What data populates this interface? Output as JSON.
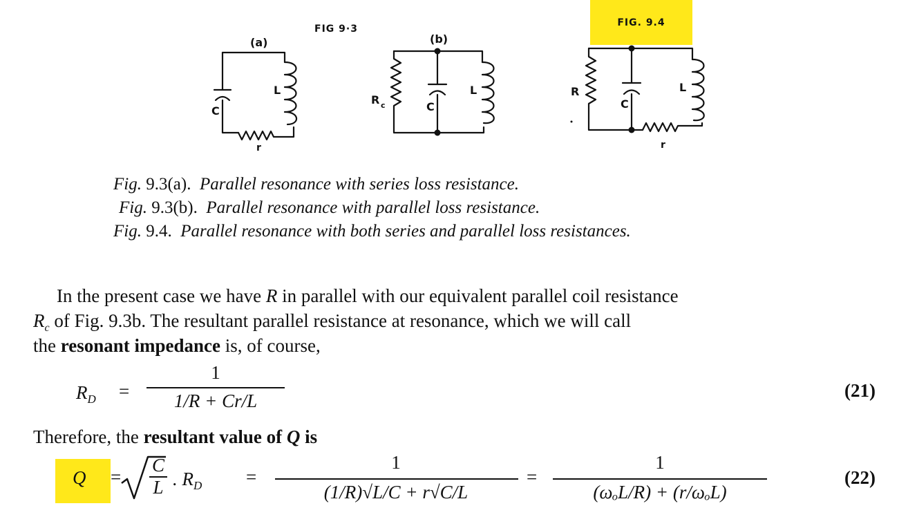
{
  "figure": {
    "fig93_label": "FIG 9·3",
    "fig94_label": "FIG. 9.4",
    "highlight_color": "#ffe81a",
    "circuit_a": {
      "panel_label": "(a)",
      "capacitor": "C",
      "inductor": "L",
      "resistor": "r"
    },
    "circuit_b": {
      "panel_label": "(b)",
      "resistor": "R",
      "resistor_sub": "c",
      "capacitor": "C",
      "inductor": "L"
    },
    "circuit_c": {
      "resistor": "R",
      "capacitor": "C",
      "inductor": "L",
      "series_resistor": "r"
    }
  },
  "captions": [
    {
      "ref": "Fig.",
      "num": "9.3(a).",
      "text": "Parallel resonance with series loss resistance."
    },
    {
      "ref": "Fig.",
      "num": "9.3(b).",
      "text": "Parallel resonance with parallel loss resistance."
    },
    {
      "ref": "Fig.",
      "num": "9.4.",
      "text": "Parallel resonance with both series and parallel loss resistances."
    }
  ],
  "paragraph": {
    "line1_a": "In the present case we have ",
    "line1_R": "R",
    "line1_b": " in parallel with our equivalent parallel coil resistance",
    "line2_R": "R",
    "line2_sub": "c",
    "line2_b": " of Fig. 9.3b.  The resultant parallel resistance at resonance, which we will call",
    "line3_a": "the ",
    "line3_bold": "resonant impedance",
    "line3_b": " is, of course,"
  },
  "eq21": {
    "lhs": "R",
    "lhs_sub": "D",
    "equals": "=",
    "numerator": "1",
    "denominator": "1/R + Cr/L",
    "number": "(21)"
  },
  "therefore": {
    "a": "Therefore, the ",
    "bold": "resultant value of ",
    "Q": "Q",
    "is": " is"
  },
  "eq22": {
    "Q": "Q",
    "equals": "=",
    "sqrt_num": "C",
    "sqrt_den": "L",
    "dot": ". R",
    "dot_sub": "D",
    "equals2": "=",
    "num1": "1",
    "den1": "(1/R)√L/C + r√C/L",
    "equals3": "=",
    "num2": "1",
    "den2": "(ωₒL/R) + (r/ωₒL)",
    "number": "(22)"
  }
}
